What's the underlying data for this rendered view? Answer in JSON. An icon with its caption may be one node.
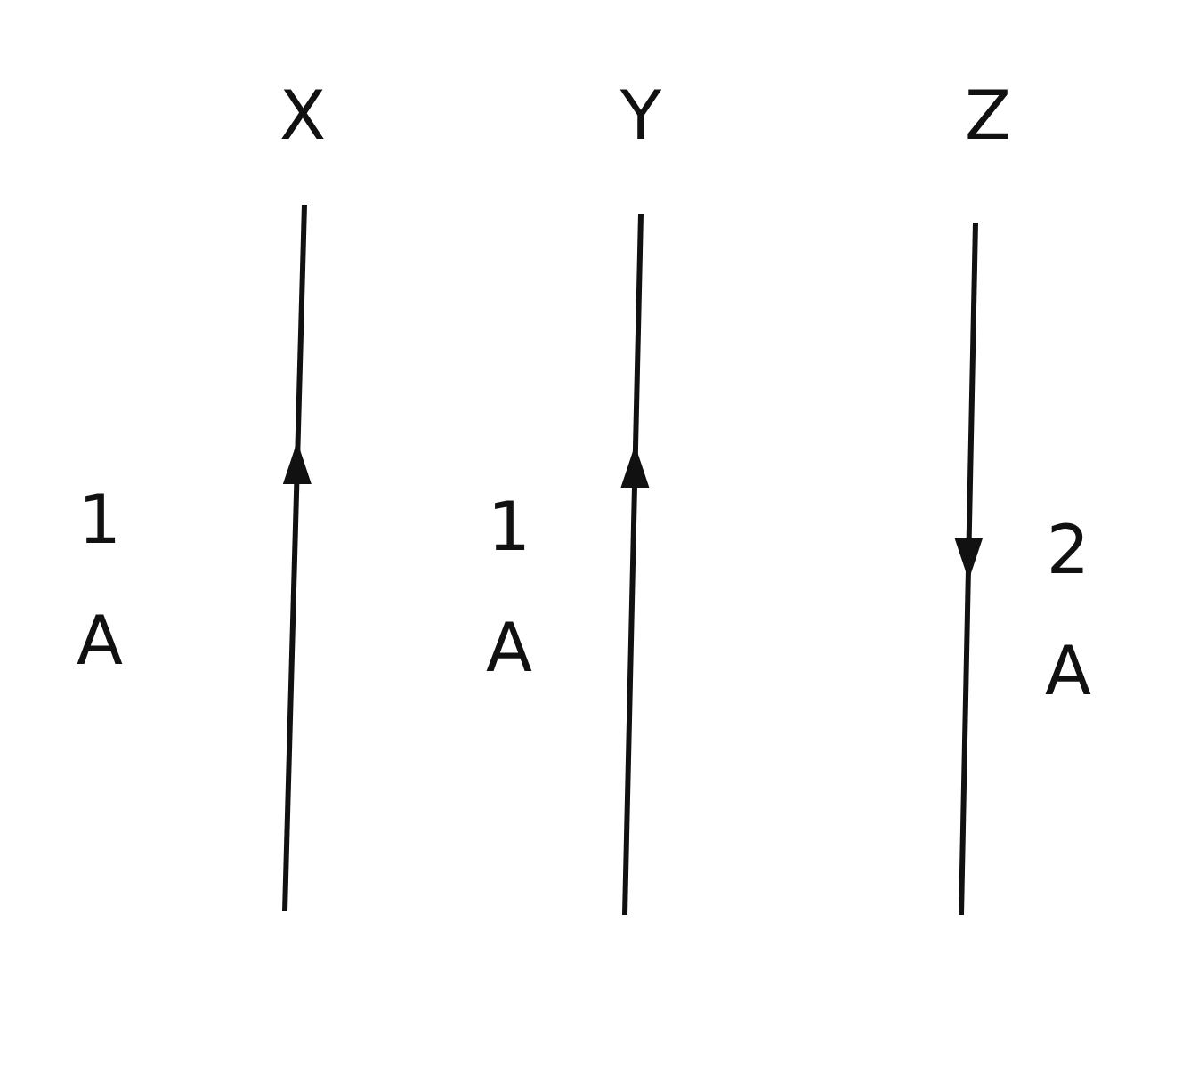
{
  "diagram": {
    "labels": [
      "X",
      "Y",
      "Z",
      "1 A",
      "1 A",
      "2 A"
    ]
  }
}
